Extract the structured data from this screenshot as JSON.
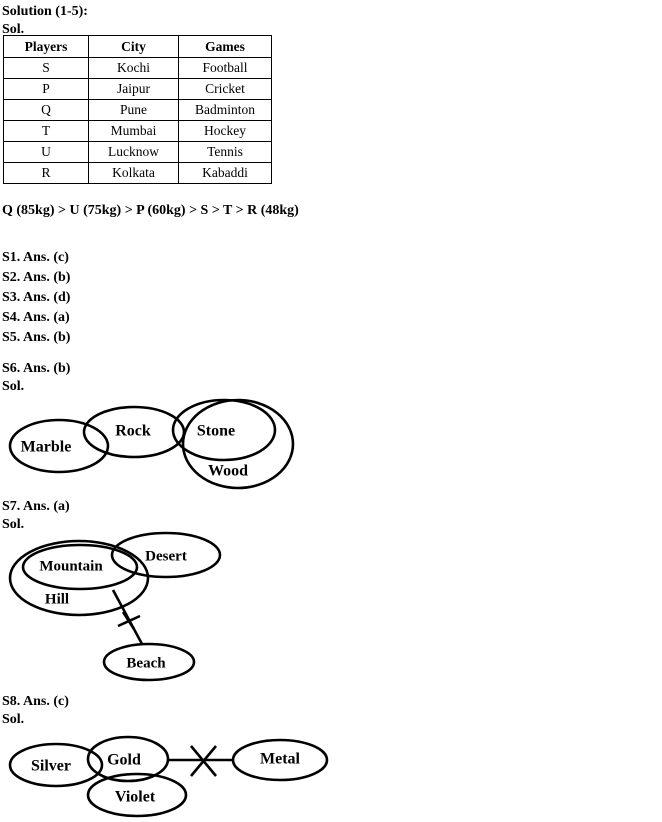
{
  "document": {
    "solution_heading": "Solution (1-5):",
    "sol_label": "Sol."
  },
  "table": {
    "headers": [
      "Players",
      "City",
      "Games"
    ],
    "rows": [
      [
        "S",
        "Kochi",
        "Football"
      ],
      [
        "P",
        "Jaipur",
        "Cricket"
      ],
      [
        "Q",
        "Pune",
        "Badminton"
      ],
      [
        "T",
        "Mumbai",
        "Hockey"
      ],
      [
        "U",
        "Lucknow",
        "Tennis"
      ],
      [
        "R",
        "Kolkata",
        "Kabaddi"
      ]
    ]
  },
  "ranking": {
    "line": "Q (85kg) > U (75kg) > P (60kg) > S > T > R (48kg)"
  },
  "answers": [
    "S1. Ans. (c)",
    "S2. Ans. (b)",
    "S3. Ans. (d)",
    "S4. Ans. (a)",
    "S5. Ans. (b)"
  ],
  "s6": {
    "heading": "S6. Ans. (b)",
    "sol_label": "Sol.",
    "labels": {
      "marble": "Marble",
      "rock": "Rock",
      "stone": "Stone",
      "wood": "Wood"
    }
  },
  "s7": {
    "heading": "S7. Ans. (a)",
    "sol_label": "Sol.",
    "labels": {
      "mountain": "Mountain",
      "desert": "Desert",
      "hill": "Hill",
      "beach": "Beach"
    }
  },
  "s8": {
    "heading": "S8. Ans. (c)",
    "sol_label": "Sol.",
    "labels": {
      "silver": "Silver",
      "gold": "Gold",
      "violet": "Violet",
      "metal": "Metal"
    }
  },
  "colors": {
    "ink": "#000000",
    "page": "#ffffff"
  }
}
